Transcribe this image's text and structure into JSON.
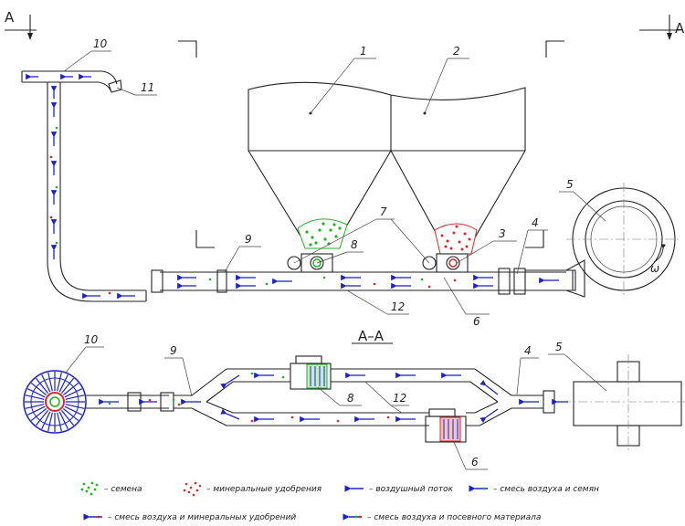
{
  "section_marks": {
    "left": "A",
    "right": "A",
    "title": "А–А"
  },
  "callouts": [
    "1",
    "2",
    "3",
    "4",
    "5",
    "6",
    "7",
    "8",
    "9",
    "10",
    "11",
    "12"
  ],
  "colors": {
    "air": "#1a22c8",
    "seed": "#22b026",
    "fertilizer": "#d42a2a",
    "outline": "#222222"
  },
  "legend": [
    {
      "symbol": "seed-dots",
      "text": "– семена"
    },
    {
      "symbol": "fertilizer-dots",
      "text": "– минеральные удобрения"
    },
    {
      "symbol": "air-arrow",
      "text": "– воздушный поток"
    },
    {
      "symbol": "air-seed-arrow",
      "text": "– смесь воздуха и семян"
    },
    {
      "symbol": "air-fertilizer-arrow",
      "text": "– смесь воздуха и минеральных удобрений"
    },
    {
      "symbol": "air-seed-material-arrow",
      "text": "– смесь воздуха и посевного материала"
    }
  ]
}
